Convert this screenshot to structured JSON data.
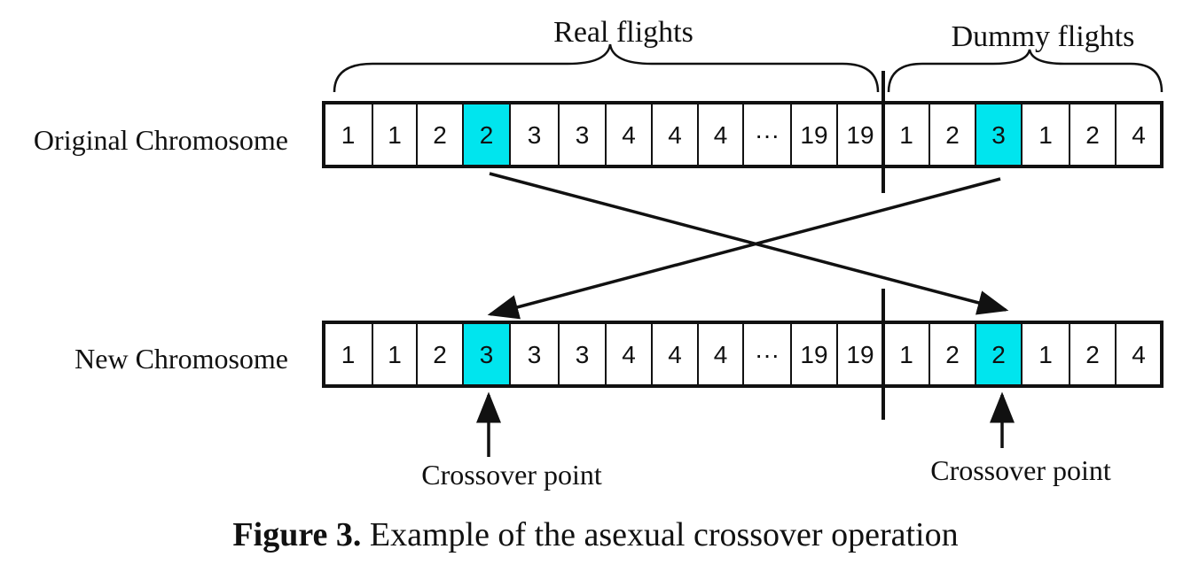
{
  "labels": {
    "real_flights": "Real flights",
    "dummy_flights": "Dummy flights",
    "original_chromosome": "Original Chromosome",
    "new_chromosome": "New Chromosome",
    "crossover_point_left": "Crossover point",
    "crossover_point_right": "Crossover point"
  },
  "original": {
    "real": [
      "1",
      "1",
      "2",
      "2",
      "3",
      "3",
      "4",
      "4",
      "4",
      "···",
      "19",
      "19"
    ],
    "dummy": [
      "1",
      "2",
      "3",
      "1",
      "2",
      "4"
    ],
    "highlight_real_index": 3,
    "highlight_dummy_index": 2
  },
  "new": {
    "real": [
      "1",
      "1",
      "2",
      "3",
      "3",
      "3",
      "4",
      "4",
      "4",
      "···",
      "19",
      "19"
    ],
    "dummy": [
      "1",
      "2",
      "2",
      "1",
      "2",
      "4"
    ],
    "highlight_real_index": 3,
    "highlight_dummy_index": 2
  },
  "highlight_color": "#00e5ee",
  "caption": {
    "bold": "Figure 3.",
    "text": "Example of the asexual crossover operation"
  }
}
